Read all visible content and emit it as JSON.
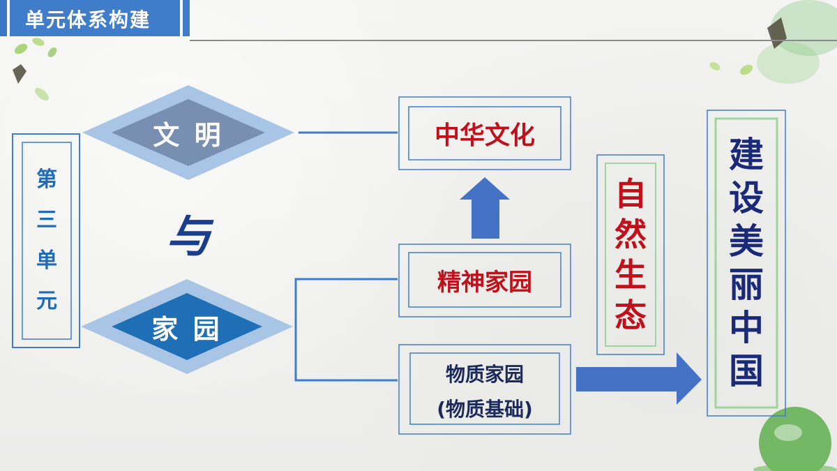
{
  "header": {
    "title": "单元体系构建"
  },
  "unit": {
    "chars": [
      "第",
      "三",
      "单",
      "元"
    ]
  },
  "diamonds": {
    "top": "文 明",
    "connector": "与",
    "bottom": "家 园"
  },
  "boxes": {
    "culture": "中华文化",
    "spiritual": "精神家园",
    "material_line1": "物质家园",
    "material_line2": "(物质基础)"
  },
  "nature": {
    "chars": [
      "自",
      "然",
      "生",
      "态"
    ]
  },
  "goal": {
    "chars": [
      "建",
      "设",
      "美",
      "丽",
      "中",
      "国"
    ]
  },
  "colors": {
    "accent_blue": "#3f7cc9",
    "dark_blue": "#1a2a78",
    "red": "#c0101a",
    "green_border": "#a7d9a7"
  }
}
